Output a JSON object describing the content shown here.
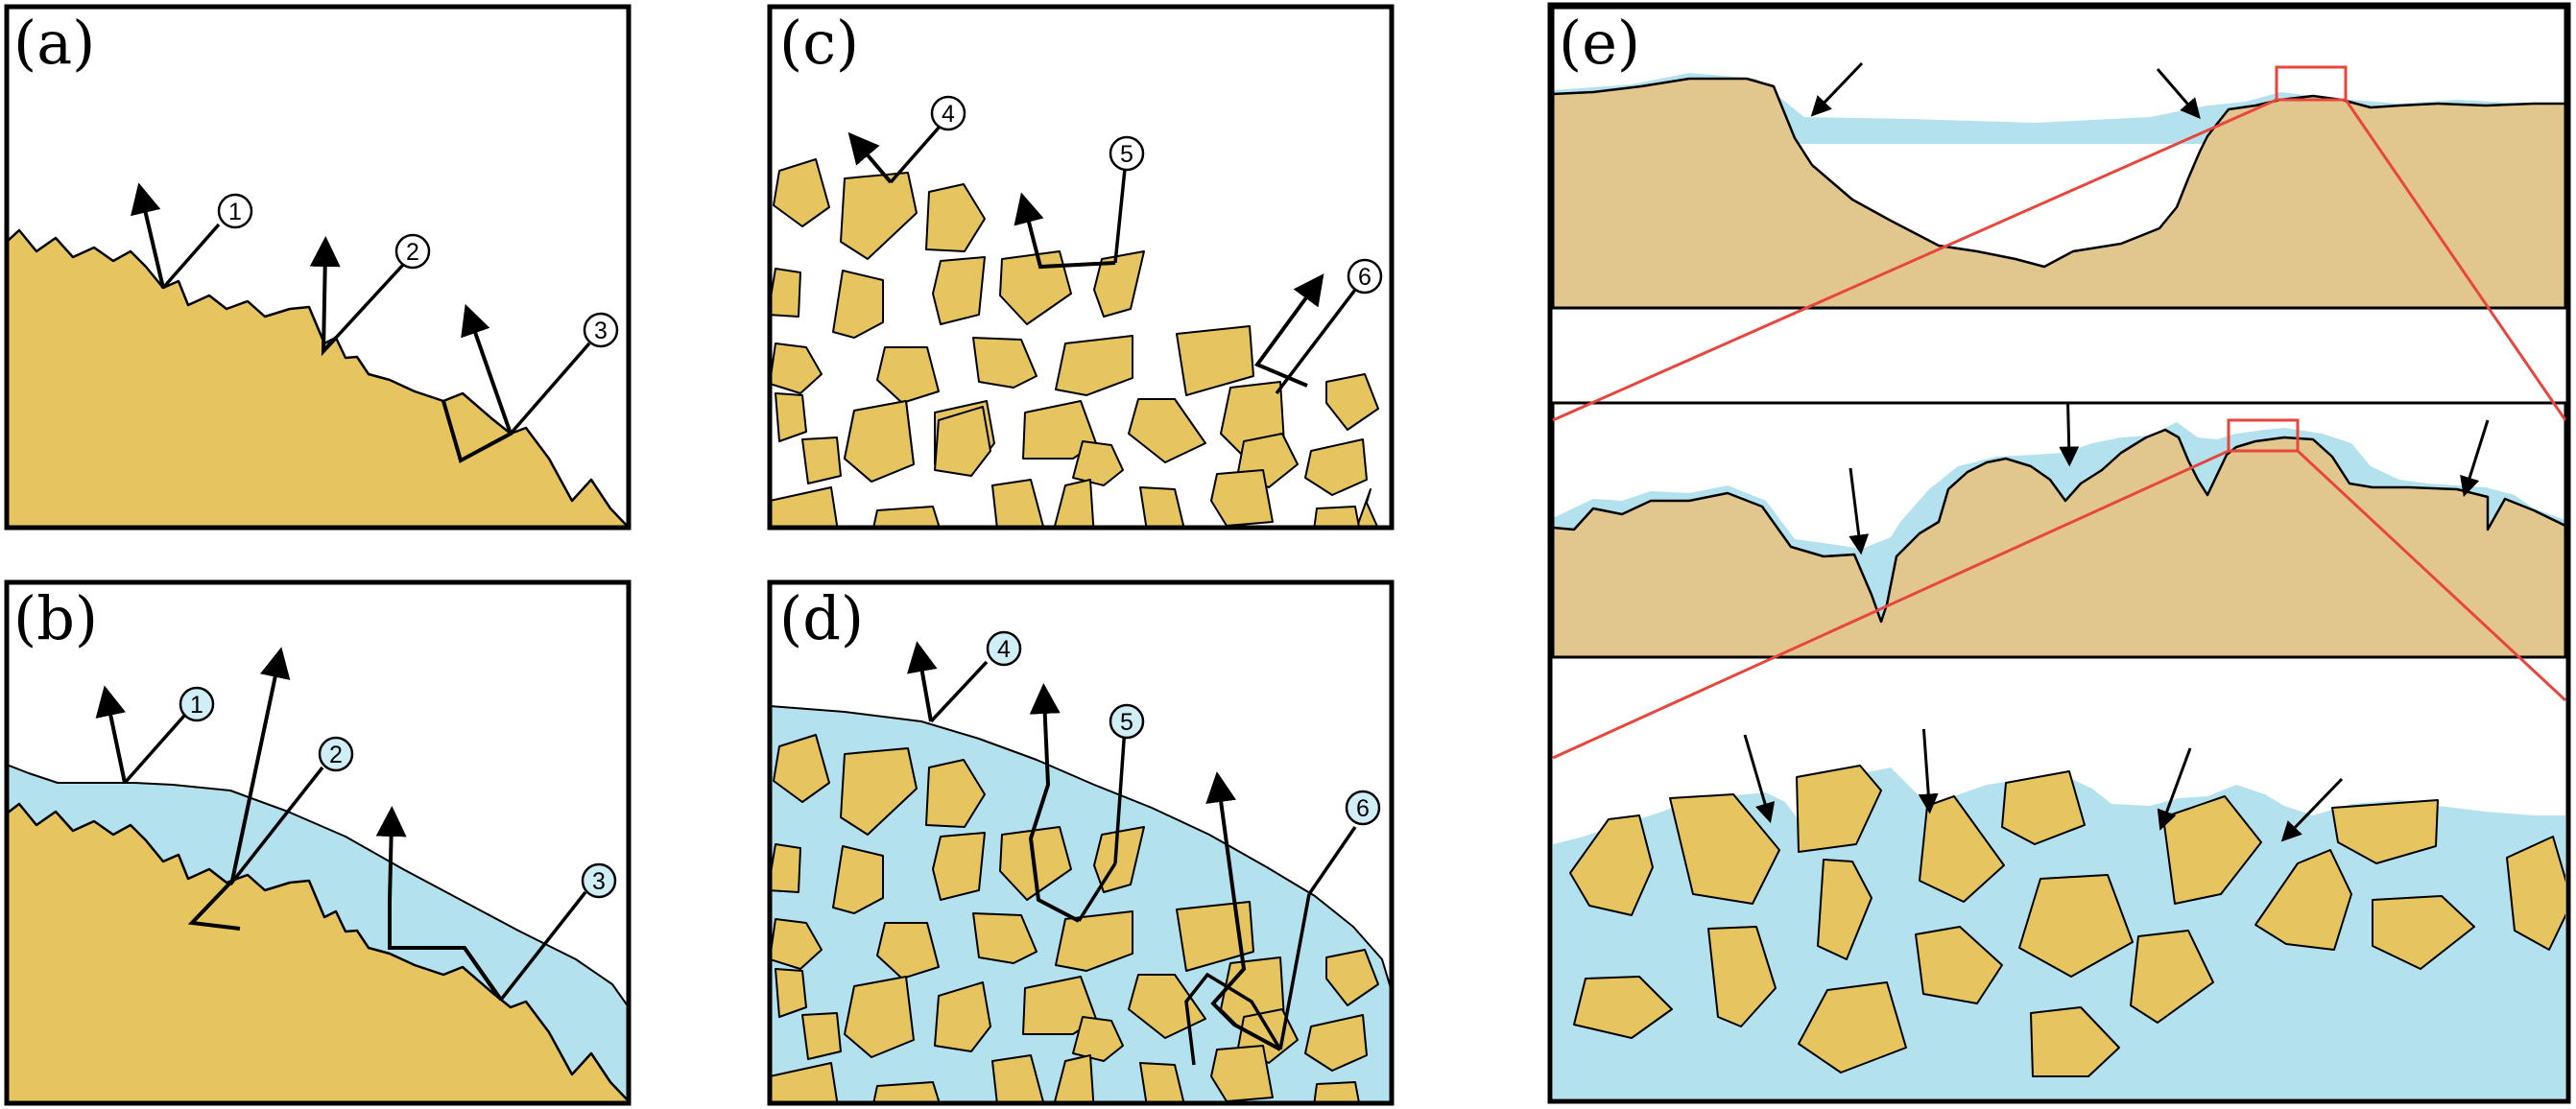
{
  "panels": {
    "a": {
      "label": "(a)",
      "markers": [
        "1",
        "2",
        "3"
      ]
    },
    "b": {
      "label": "(b)",
      "markers": [
        "1",
        "2",
        "3"
      ]
    },
    "c": {
      "label": "(c)",
      "markers": [
        "4",
        "5",
        "6"
      ]
    },
    "d": {
      "label": "(d)",
      "markers": [
        "4",
        "5",
        "6"
      ]
    },
    "e": {
      "label": "(e)"
    }
  },
  "colors": {
    "soil": "#e6c460",
    "water": "#b3e2ee",
    "zoom_lines": "#e8463c",
    "frame": "#000000",
    "upland_soil": "#e1c78e",
    "white_marker_fill": "#ffffff",
    "blue_marker_fill": "#cfeef6"
  }
}
